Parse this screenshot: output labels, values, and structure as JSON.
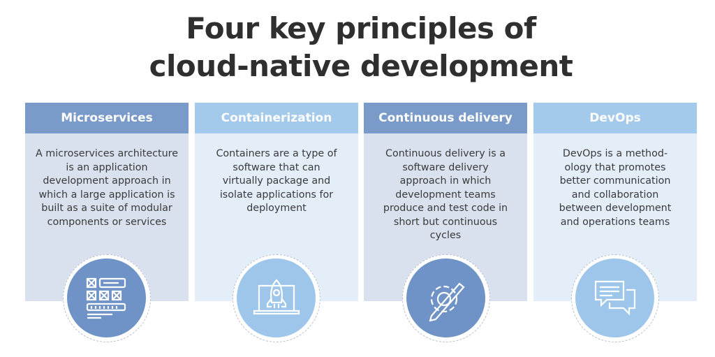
{
  "title": {
    "line1": "Four key principles of",
    "line2": "cloud-native development"
  },
  "principles": [
    {
      "name": "Microservices",
      "description": "A microservices architecture is an application development approach in which a large application is built as a suite of modular components or services",
      "icon": "modular-grid-icon"
    },
    {
      "name": "Containerization",
      "description": "Containers are a type of software that can virtually package and isolate applications for deployment",
      "icon": "rocket-laptop-icon"
    },
    {
      "name": "Continuous delivery",
      "description": "Continuous delivery is a software delivery approach in which development teams produce and test code in short but continuous cycles",
      "icon": "gear-pencil-icon"
    },
    {
      "name": "DevOps",
      "description": "DevOps is a method-ology that promotes better communication and collaboration between development and operations teams",
      "icon": "chat-bubbles-icon"
    }
  ],
  "colors": {
    "dark_header": "#7a9bc9",
    "light_header": "#a3c9eb",
    "dark_body": "#d9e1ee",
    "light_body": "#e3eef9"
  }
}
